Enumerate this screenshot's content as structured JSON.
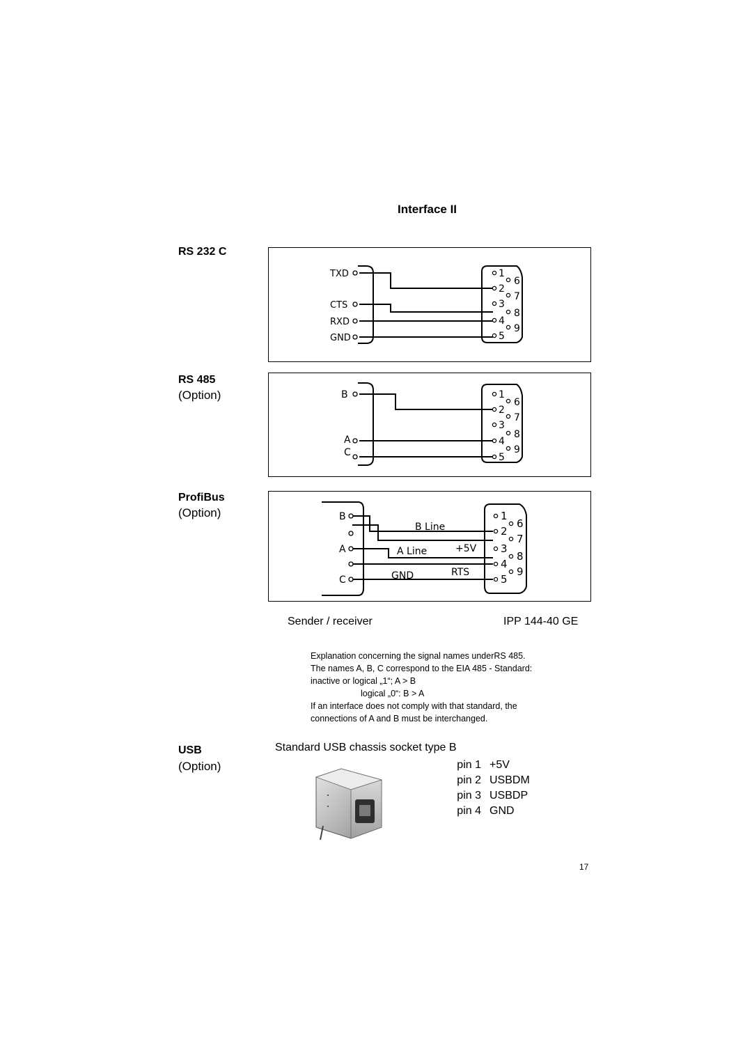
{
  "page": {
    "title": "Interface II",
    "page_number": "17"
  },
  "rs232": {
    "title": "RS 232 C",
    "signals": [
      "TXD",
      "CTS",
      "RXD",
      "GND"
    ],
    "pins_left": [
      "1",
      "2",
      "3",
      "4",
      "5"
    ],
    "pins_right": [
      "6",
      "7",
      "8",
      "9"
    ]
  },
  "rs485": {
    "title": "RS 485",
    "subtitle": "(Option)",
    "signals": [
      "B",
      "A",
      "C"
    ],
    "pins_left": [
      "1",
      "2",
      "3",
      "4",
      "5"
    ],
    "pins_right": [
      "6",
      "7",
      "8",
      "9"
    ]
  },
  "profibus": {
    "title": "ProfiBus",
    "subtitle": "(Option)",
    "signals": [
      "B",
      "A",
      "C"
    ],
    "line_labels": [
      "B Line",
      "A Line",
      "+5V",
      "GND",
      "RTS"
    ],
    "pins_left": [
      "1",
      "2",
      "3",
      "4",
      "5"
    ],
    "pins_right": [
      "6",
      "7",
      "8",
      "9"
    ]
  },
  "sender_receiver": {
    "left": "Sender / receiver",
    "right": "IPP 144-40 GE"
  },
  "explanation": {
    "line1": "Explanation concerning the signal names underRS 485.",
    "line2": "The names A, B, C correspond to the EIA 485 - Standard:",
    "line3": "inactive or logical „1“;  A > B",
    "line4": "logical „0“:  B > A",
    "line5": "If an interface does not comply with that standard, the",
    "line6": "connections of A and B must be interchanged."
  },
  "usb": {
    "title": "USB",
    "subtitle": "(Option)",
    "description": "Standard USB chassis socket type B",
    "pins": [
      {
        "pin": "pin 1",
        "signal": "+5V"
      },
      {
        "pin": "pin 2",
        "signal": "USBDM"
      },
      {
        "pin": "pin 3",
        "signal": "USBDP"
      },
      {
        "pin": "pin 4",
        "signal": "GND"
      }
    ]
  }
}
